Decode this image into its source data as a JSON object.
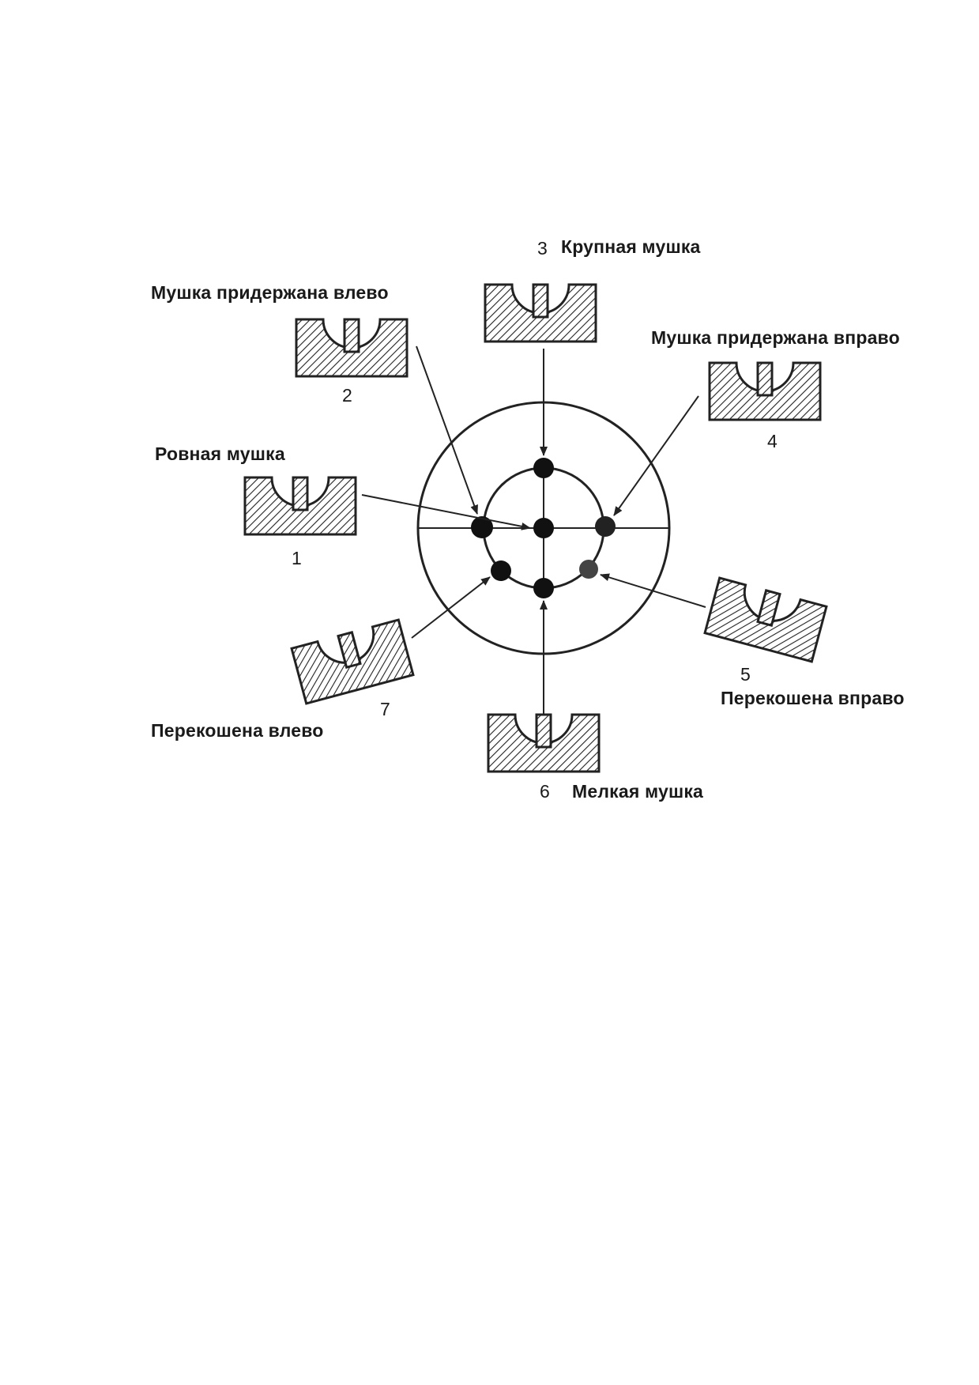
{
  "diagram": {
    "labels": {
      "1": "Ровная мушка",
      "2": "Мушка придержана влево",
      "3": "Крупная мушка",
      "4": "Мушка придержана вправо",
      "5": "Перекошена вправо",
      "6": "Мелкая мушка",
      "7": "Перекошена влево"
    },
    "numbers": {
      "1": "1",
      "2": "2",
      "3": "3",
      "4": "4",
      "5": "5",
      "6": "6",
      "7": "7"
    }
  }
}
